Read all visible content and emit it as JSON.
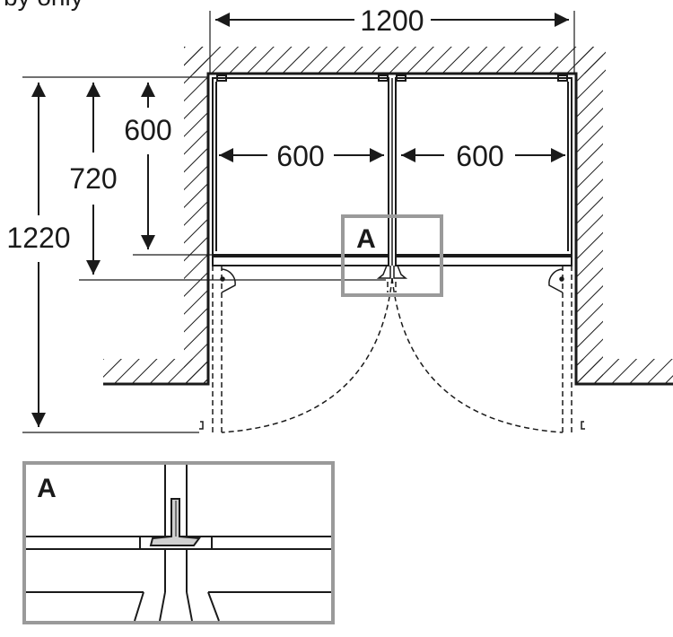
{
  "caption_partial": "by only",
  "dimensions": {
    "total_width": "1200",
    "left_depth_600": "600",
    "depth_720": "720",
    "total_depth": "1220",
    "left_unit_width": "600",
    "right_unit_width": "600"
  },
  "detail": {
    "marker_label": "A",
    "inset_label": "A"
  },
  "colors": {
    "line": "#1a1a1a",
    "detail_box": "#9a9a9a",
    "hatch": "#1a1a1a",
    "handle_fill": "#d0d0d0"
  }
}
